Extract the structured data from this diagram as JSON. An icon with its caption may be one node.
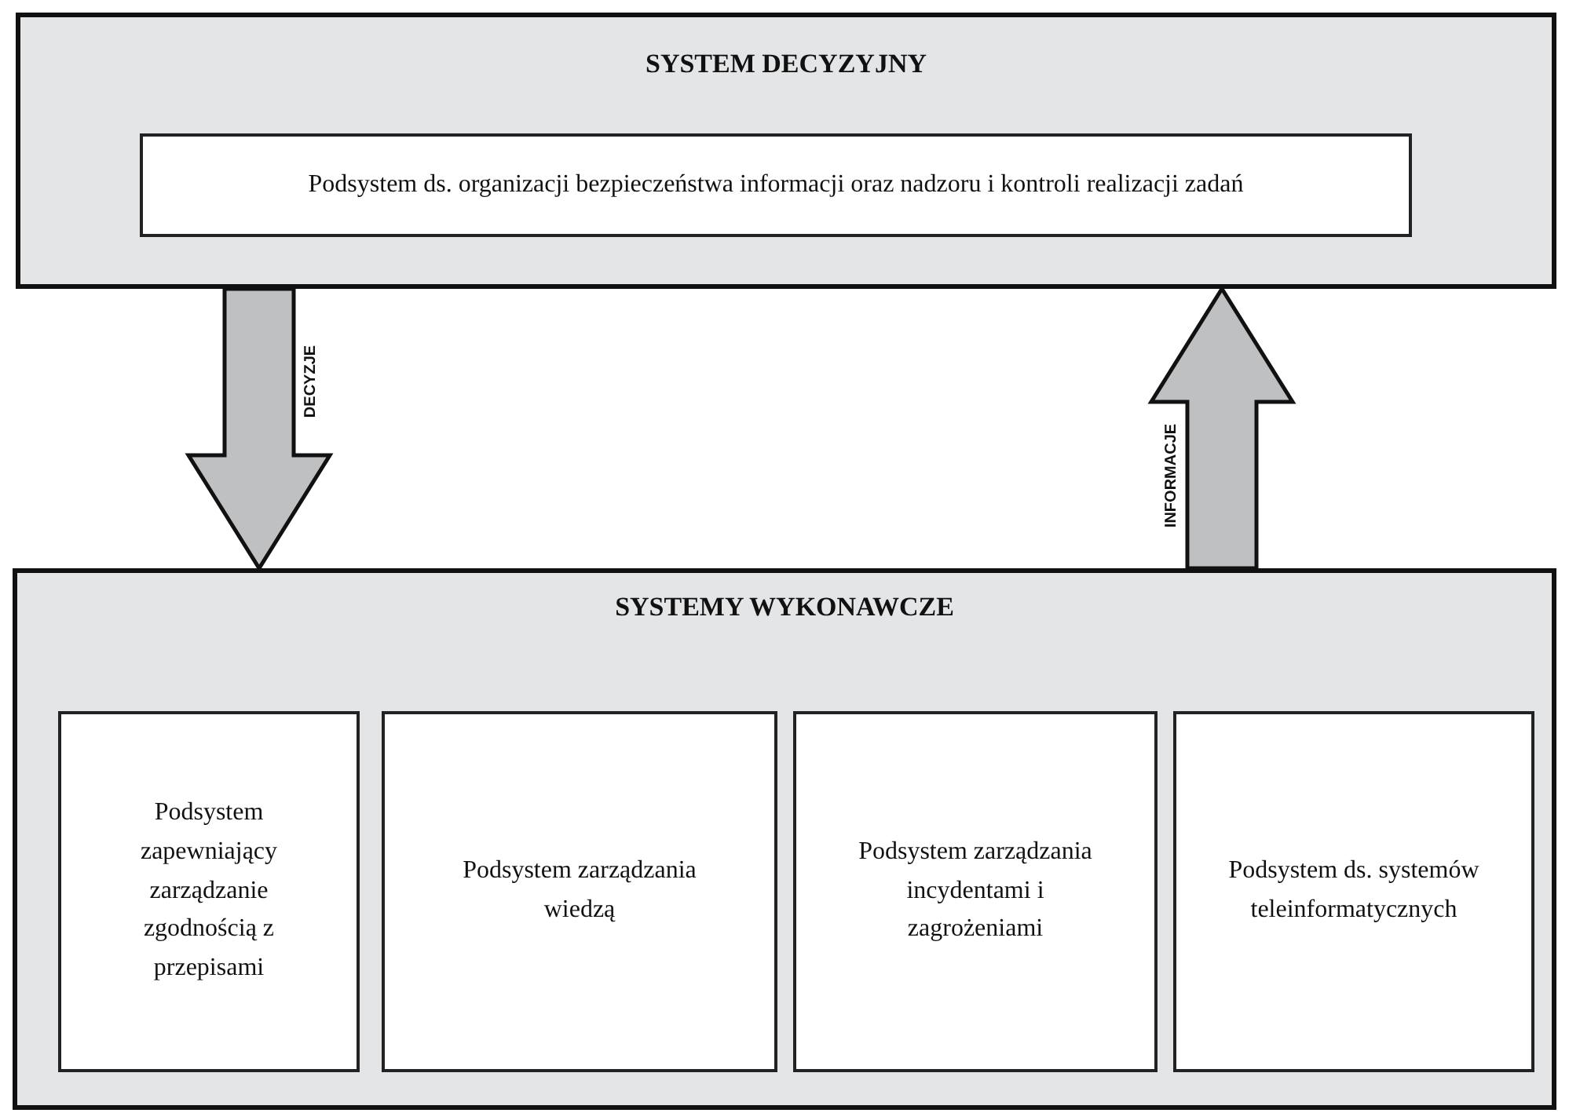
{
  "diagram": {
    "nodes": [
      {
        "text": [
          "SYSTEM DECYZYJNY"
        ]
      },
      {
        "text": [
          "Podsystem ds. organizacji bezpieczeństwa informacji oraz nadzoru i kontroli realizacji zadań"
        ],
        "in": 0
      },
      {
        "text": [
          "SYSTEMY WYKONAWCZE"
        ]
      },
      {
        "text": [
          "Podsystem zapewniający zarządzanie zgodnością z przepisami"
        ],
        "in": 2
      },
      {
        "text": [
          "Podsystem zarządzania wiedzą"
        ],
        "in": 2
      },
      {
        "text": [
          "Podsystem zarządzania incydentami i zagrożeniami"
        ],
        "in": 2
      },
      {
        "text": [
          "Podsystem ds. systemów teleinformatycznych"
        ],
        "in": 2
      }
    ],
    "edges": [
      {
        "from": 0,
        "to": 2,
        "arrow": "to",
        "label": "DECYZJE"
      },
      {
        "from": 2,
        "to": 0,
        "arrow": "to",
        "label": "INFORMACJE"
      }
    ]
  }
}
